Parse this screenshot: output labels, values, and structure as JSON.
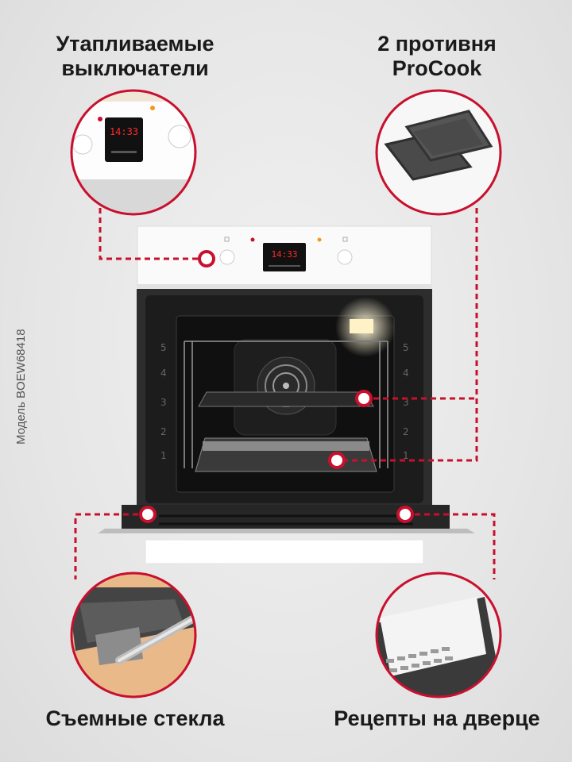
{
  "features": {
    "top_left": "Утапливаемые выключатели",
    "top_right": "2 противня ProCook",
    "bottom_left": "Съемные стекла",
    "bottom_right": "Рецепты на дверце"
  },
  "model_label": "Модель BOEW68418",
  "display_time": "14:33",
  "display_time_zoom": "14:33",
  "rack_numbers": [
    "1",
    "2",
    "3",
    "4",
    "5"
  ],
  "colors": {
    "accent": "#c8102e",
    "body": "#ffffff",
    "cavity": "#1e1e1e"
  }
}
